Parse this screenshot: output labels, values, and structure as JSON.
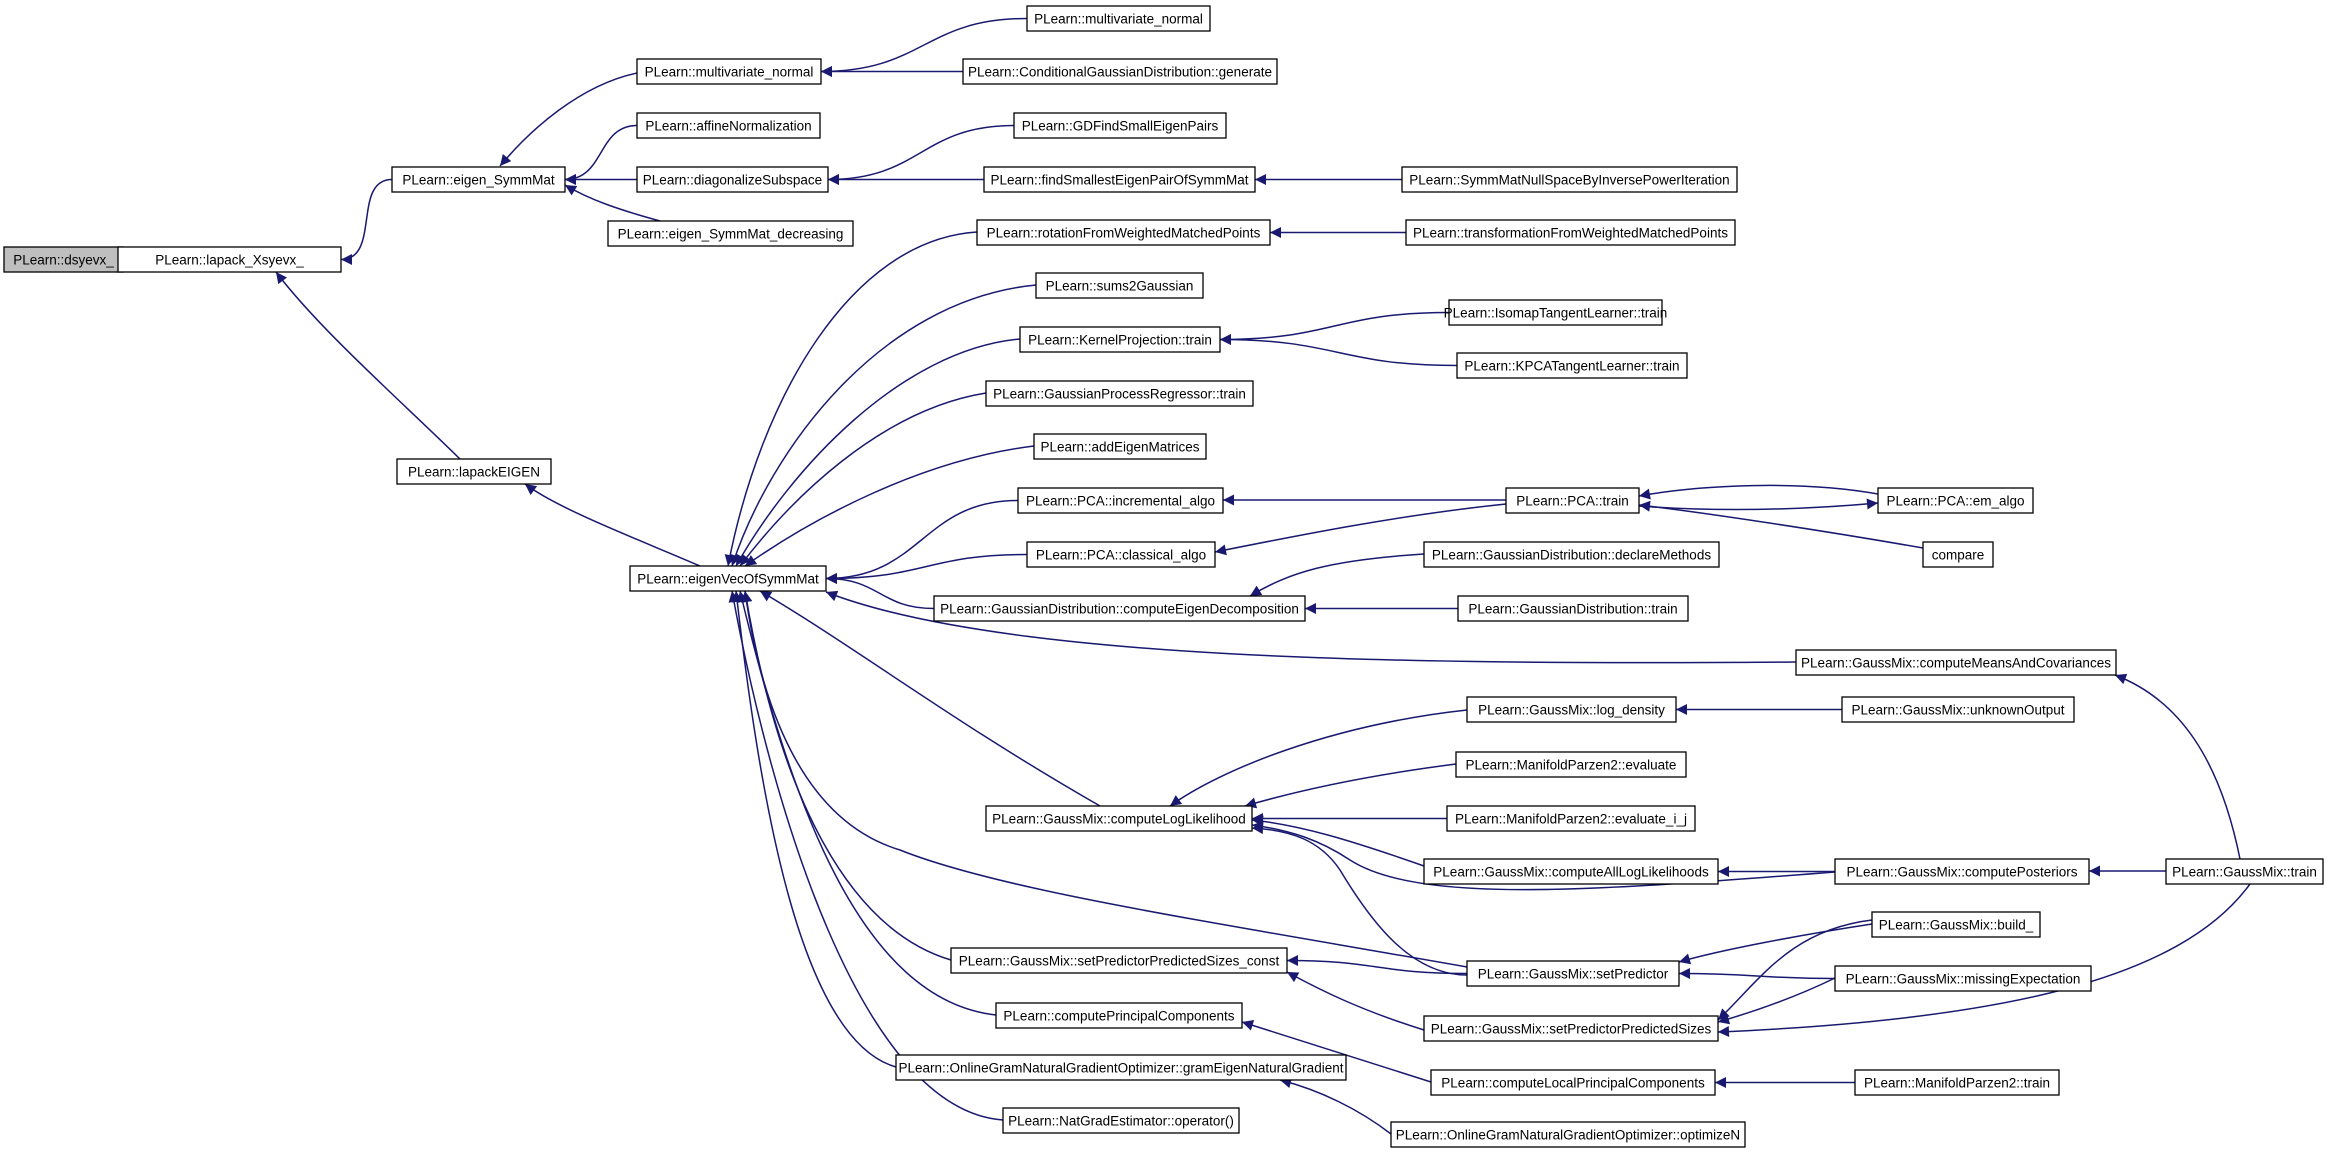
{
  "colors": {
    "edge": "#191970",
    "node_border": "#000000",
    "node_fill": "#ffffff",
    "focus_fill": "#bfbfbf",
    "truncated_border": "#ff0000"
  },
  "nodes": {
    "n0": {
      "label": "PLearn::dsyevx_",
      "style": "focus"
    },
    "n1": {
      "label": "PLearn::lapack_Xsyevx_"
    },
    "n2": {
      "label": "PLearn::eigen_SymmMat"
    },
    "n3": {
      "label": "PLearn::multivariate_normal"
    },
    "n4": {
      "label": "PLearn::multivariate_normal"
    },
    "n5": {
      "label": "PLearn::ConditionalGaussianDistribution::generate"
    },
    "n6": {
      "label": "PLearn::affineNormalization"
    },
    "n7": {
      "label": "PLearn::diagonalizeSubspace"
    },
    "n8": {
      "label": "PLearn::GDFindSmallEigenPairs"
    },
    "n9": {
      "label": "PLearn::findSmallestEigenPairOfSymmMat"
    },
    "n10": {
      "label": "PLearn::SymmMatNullSpaceByInversePowerIteration"
    },
    "n11": {
      "label": "PLearn::eigen_SymmMat_decreasing"
    },
    "n12": {
      "label": "PLearn::lapackEIGEN"
    },
    "n13": {
      "label": "PLearn::eigenVecOfSymmMat"
    },
    "n14": {
      "label": "PLearn::rotationFromWeightedMatchedPoints"
    },
    "n15": {
      "label": "PLearn::transformationFromWeightedMatchedPoints",
      "style": "truncated"
    },
    "n16": {
      "label": "PLearn::sums2Gaussian"
    },
    "n17": {
      "label": "PLearn::KernelProjection::train"
    },
    "n18": {
      "label": "PLearn::IsomapTangentLearner::train"
    },
    "n19": {
      "label": "PLearn::KPCATangentLearner::train"
    },
    "n20": {
      "label": "PLearn::GaussianProcessRegressor::train"
    },
    "n21": {
      "label": "PLearn::addEigenMatrices"
    },
    "n22": {
      "label": "PLearn::PCA::incremental_algo"
    },
    "n23": {
      "label": "PLearn::PCA::train"
    },
    "n24": {
      "label": "PLearn::PCA::em_algo"
    },
    "n25": {
      "label": "compare",
      "style": "truncated"
    },
    "n26": {
      "label": "PLearn::PCA::classical_algo"
    },
    "n27": {
      "label": "PLearn::GaussianDistribution::computeEigenDecomposition"
    },
    "n28": {
      "label": "PLearn::GaussianDistribution::declareMethods"
    },
    "n29": {
      "label": "PLearn::GaussianDistribution::train"
    },
    "n30": {
      "label": "PLearn::GaussMix::computeMeansAndCovariances"
    },
    "n31": {
      "label": "PLearn::GaussMix::train"
    },
    "n32": {
      "label": "PLearn::GaussMix::computeLogLikelihood"
    },
    "n33": {
      "label": "PLearn::GaussMix::log_density"
    },
    "n34": {
      "label": "PLearn::GaussMix::unknownOutput"
    },
    "n35": {
      "label": "PLearn::ManifoldParzen2::evaluate"
    },
    "n36": {
      "label": "PLearn::ManifoldParzen2::evaluate_i_j"
    },
    "n37": {
      "label": "PLearn::GaussMix::computeAllLogLikelihoods"
    },
    "n38": {
      "label": "PLearn::GaussMix::computePosteriors"
    },
    "n39": {
      "label": "PLearn::GaussMix::setPredictorPredictedSizes_const"
    },
    "n40": {
      "label": "PLearn::GaussMix::setPredictor"
    },
    "n41": {
      "label": "PLearn::GaussMix::build_",
      "style": "truncated"
    },
    "n42": {
      "label": "PLearn::GaussMix::missingExpectation"
    },
    "n43": {
      "label": "PLearn::GaussMix::setPredictorPredictedSizes"
    },
    "n44": {
      "label": "PLearn::computePrincipalComponents"
    },
    "n45": {
      "label": "PLearn::computeLocalPrincipalComponents"
    },
    "n46": {
      "label": "PLearn::ManifoldParzen2::train"
    },
    "n47": {
      "label": "PLearn::OnlineGramNaturalGradientOptimizer::gramEigenNaturalGradient"
    },
    "n48": {
      "label": "PLearn::OnlineGramNaturalGradientOptimizer::optimizeN"
    },
    "n49": {
      "label": "PLearn::NatGradEstimator::operator()"
    }
  },
  "edges": [
    [
      "n1",
      "n0"
    ],
    [
      "n2",
      "n1"
    ],
    [
      "n12",
      "n1"
    ],
    [
      "n3",
      "n2"
    ],
    [
      "n6",
      "n2"
    ],
    [
      "n7",
      "n2"
    ],
    [
      "n11",
      "n2"
    ],
    [
      "n4",
      "n3"
    ],
    [
      "n5",
      "n3"
    ],
    [
      "n8",
      "n7"
    ],
    [
      "n9",
      "n7"
    ],
    [
      "n10",
      "n9"
    ],
    [
      "n13",
      "n12"
    ],
    [
      "n14",
      "n13"
    ],
    [
      "n16",
      "n13"
    ],
    [
      "n17",
      "n13"
    ],
    [
      "n20",
      "n13"
    ],
    [
      "n21",
      "n13"
    ],
    [
      "n22",
      "n13"
    ],
    [
      "n26",
      "n13"
    ],
    [
      "n27",
      "n13"
    ],
    [
      "n30",
      "n13"
    ],
    [
      "n32",
      "n13"
    ],
    [
      "n40",
      "n13"
    ],
    [
      "n39",
      "n13"
    ],
    [
      "n44",
      "n13"
    ],
    [
      "n47",
      "n13"
    ],
    [
      "n49",
      "n13"
    ],
    [
      "n15",
      "n14"
    ],
    [
      "n18",
      "n17"
    ],
    [
      "n19",
      "n17"
    ],
    [
      "n23",
      "n22"
    ],
    [
      "n23",
      "n26"
    ],
    [
      "n24",
      "n23"
    ],
    [
      "n25",
      "n23"
    ],
    [
      "n23",
      "n24"
    ],
    [
      "n28",
      "n27"
    ],
    [
      "n29",
      "n27"
    ],
    [
      "n31",
      "n30"
    ],
    [
      "n33",
      "n32"
    ],
    [
      "n35",
      "n32"
    ],
    [
      "n36",
      "n32"
    ],
    [
      "n37",
      "n32"
    ],
    [
      "n38",
      "n32"
    ],
    [
      "n40",
      "n32"
    ],
    [
      "n34",
      "n33"
    ],
    [
      "n38",
      "n37"
    ],
    [
      "n31",
      "n38"
    ],
    [
      "n40",
      "n39"
    ],
    [
      "n43",
      "n39"
    ],
    [
      "n41",
      "n40"
    ],
    [
      "n42",
      "n40"
    ],
    [
      "n41",
      "n43"
    ],
    [
      "n42",
      "n43"
    ],
    [
      "n31",
      "n43"
    ],
    [
      "n45",
      "n44"
    ],
    [
      "n46",
      "n45"
    ],
    [
      "n48",
      "n47"
    ]
  ]
}
